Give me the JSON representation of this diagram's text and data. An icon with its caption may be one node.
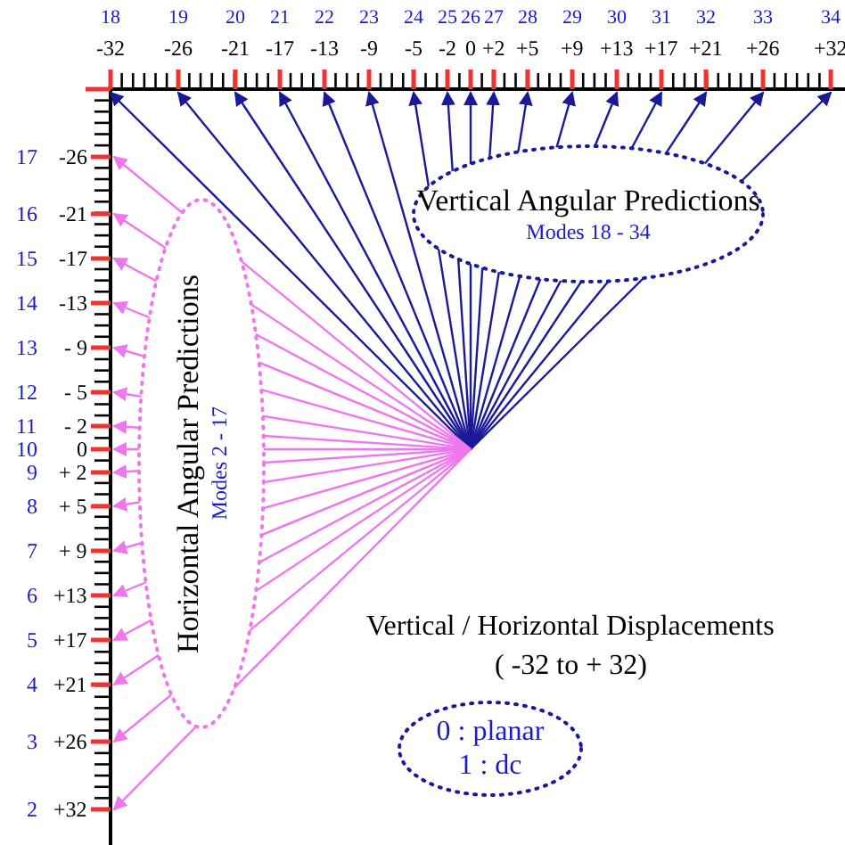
{
  "diagram": {
    "nodes": [
      {
        "text": [
          "Vertical Angular Predictions",
          "Modes 18 - 34"
        ]
      },
      {
        "text": [
          "Horizontal Angular Predictions",
          "Modes 2 - 17"
        ]
      },
      {
        "text": [
          "0 : planar",
          "1 : dc"
        ]
      }
    ],
    "edges": [],
    "labels": [
      "18",
      "19",
      "20",
      "21",
      "22",
      "23",
      "24",
      "25",
      "26",
      "27",
      "28",
      "29",
      "30",
      "31",
      "32",
      "33",
      "34",
      "-32",
      "-26",
      "-21",
      "-17",
      "-13",
      "-9",
      "-5",
      "-2",
      "0",
      "+2",
      "+5",
      "+9",
      "+13",
      "+17",
      "+21",
      "+26",
      "+32",
      "17",
      "-26",
      "16",
      "-21",
      "15",
      "-17",
      "14",
      "-13",
      "13",
      "- 9",
      "12",
      "- 5",
      "11",
      "- 2",
      "10",
      "0",
      "9",
      "+ 2",
      "8",
      "+ 5",
      "7",
      "+ 9",
      "6",
      "+13",
      "5",
      "+17",
      "4",
      "+21",
      "3",
      "+26",
      "2",
      "+32",
      "Vertical / Horizontal Displacements",
      "( -32 to + 32)"
    ]
  }
}
